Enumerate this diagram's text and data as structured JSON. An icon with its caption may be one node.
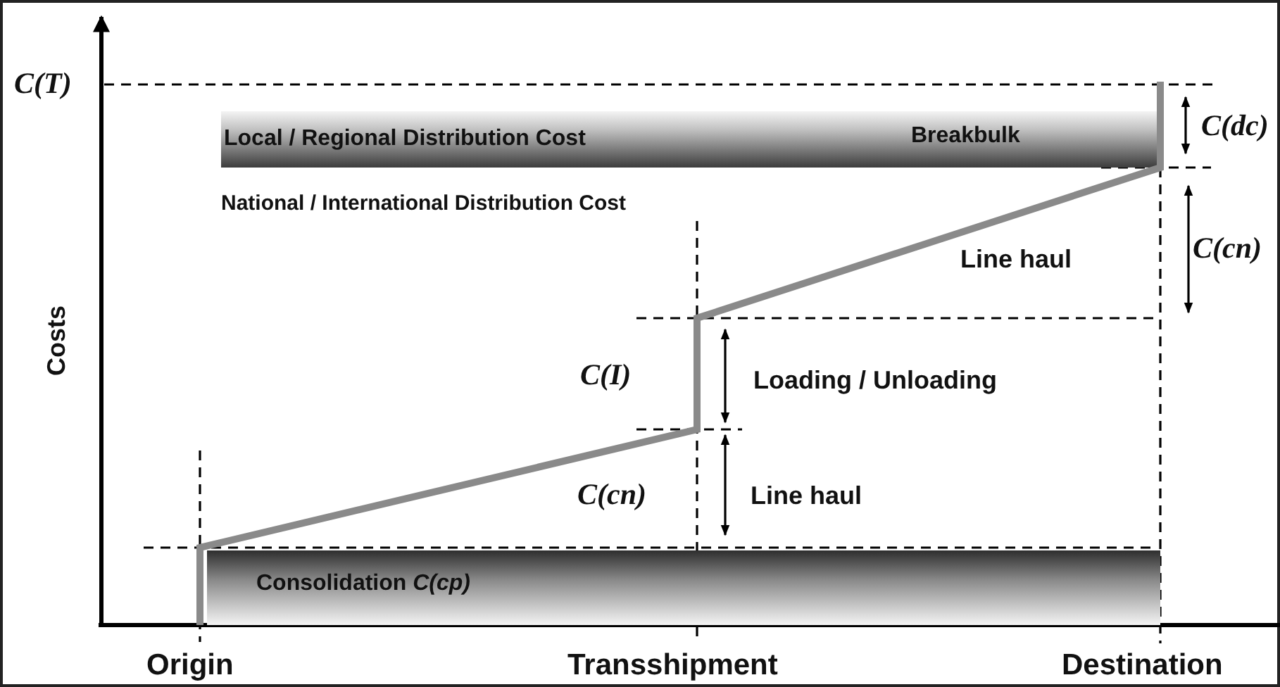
{
  "diagram": {
    "nodes": [
      {
        "text": [
          "Local / Regional Distribution Cost",
          "Breakbulk"
        ]
      },
      {
        "text": [
          "Consolidation *C(cp)*"
        ]
      }
    ],
    "labels": [
      "C(T)",
      "C(dc)",
      "National / International Distribution Cost",
      "Line haul",
      "C(cn)",
      "Costs",
      "C(I)",
      "Loading / Unloading",
      "C(cn)",
      "Line haul",
      "Origin",
      "Transshipment",
      "Destination"
    ]
  }
}
